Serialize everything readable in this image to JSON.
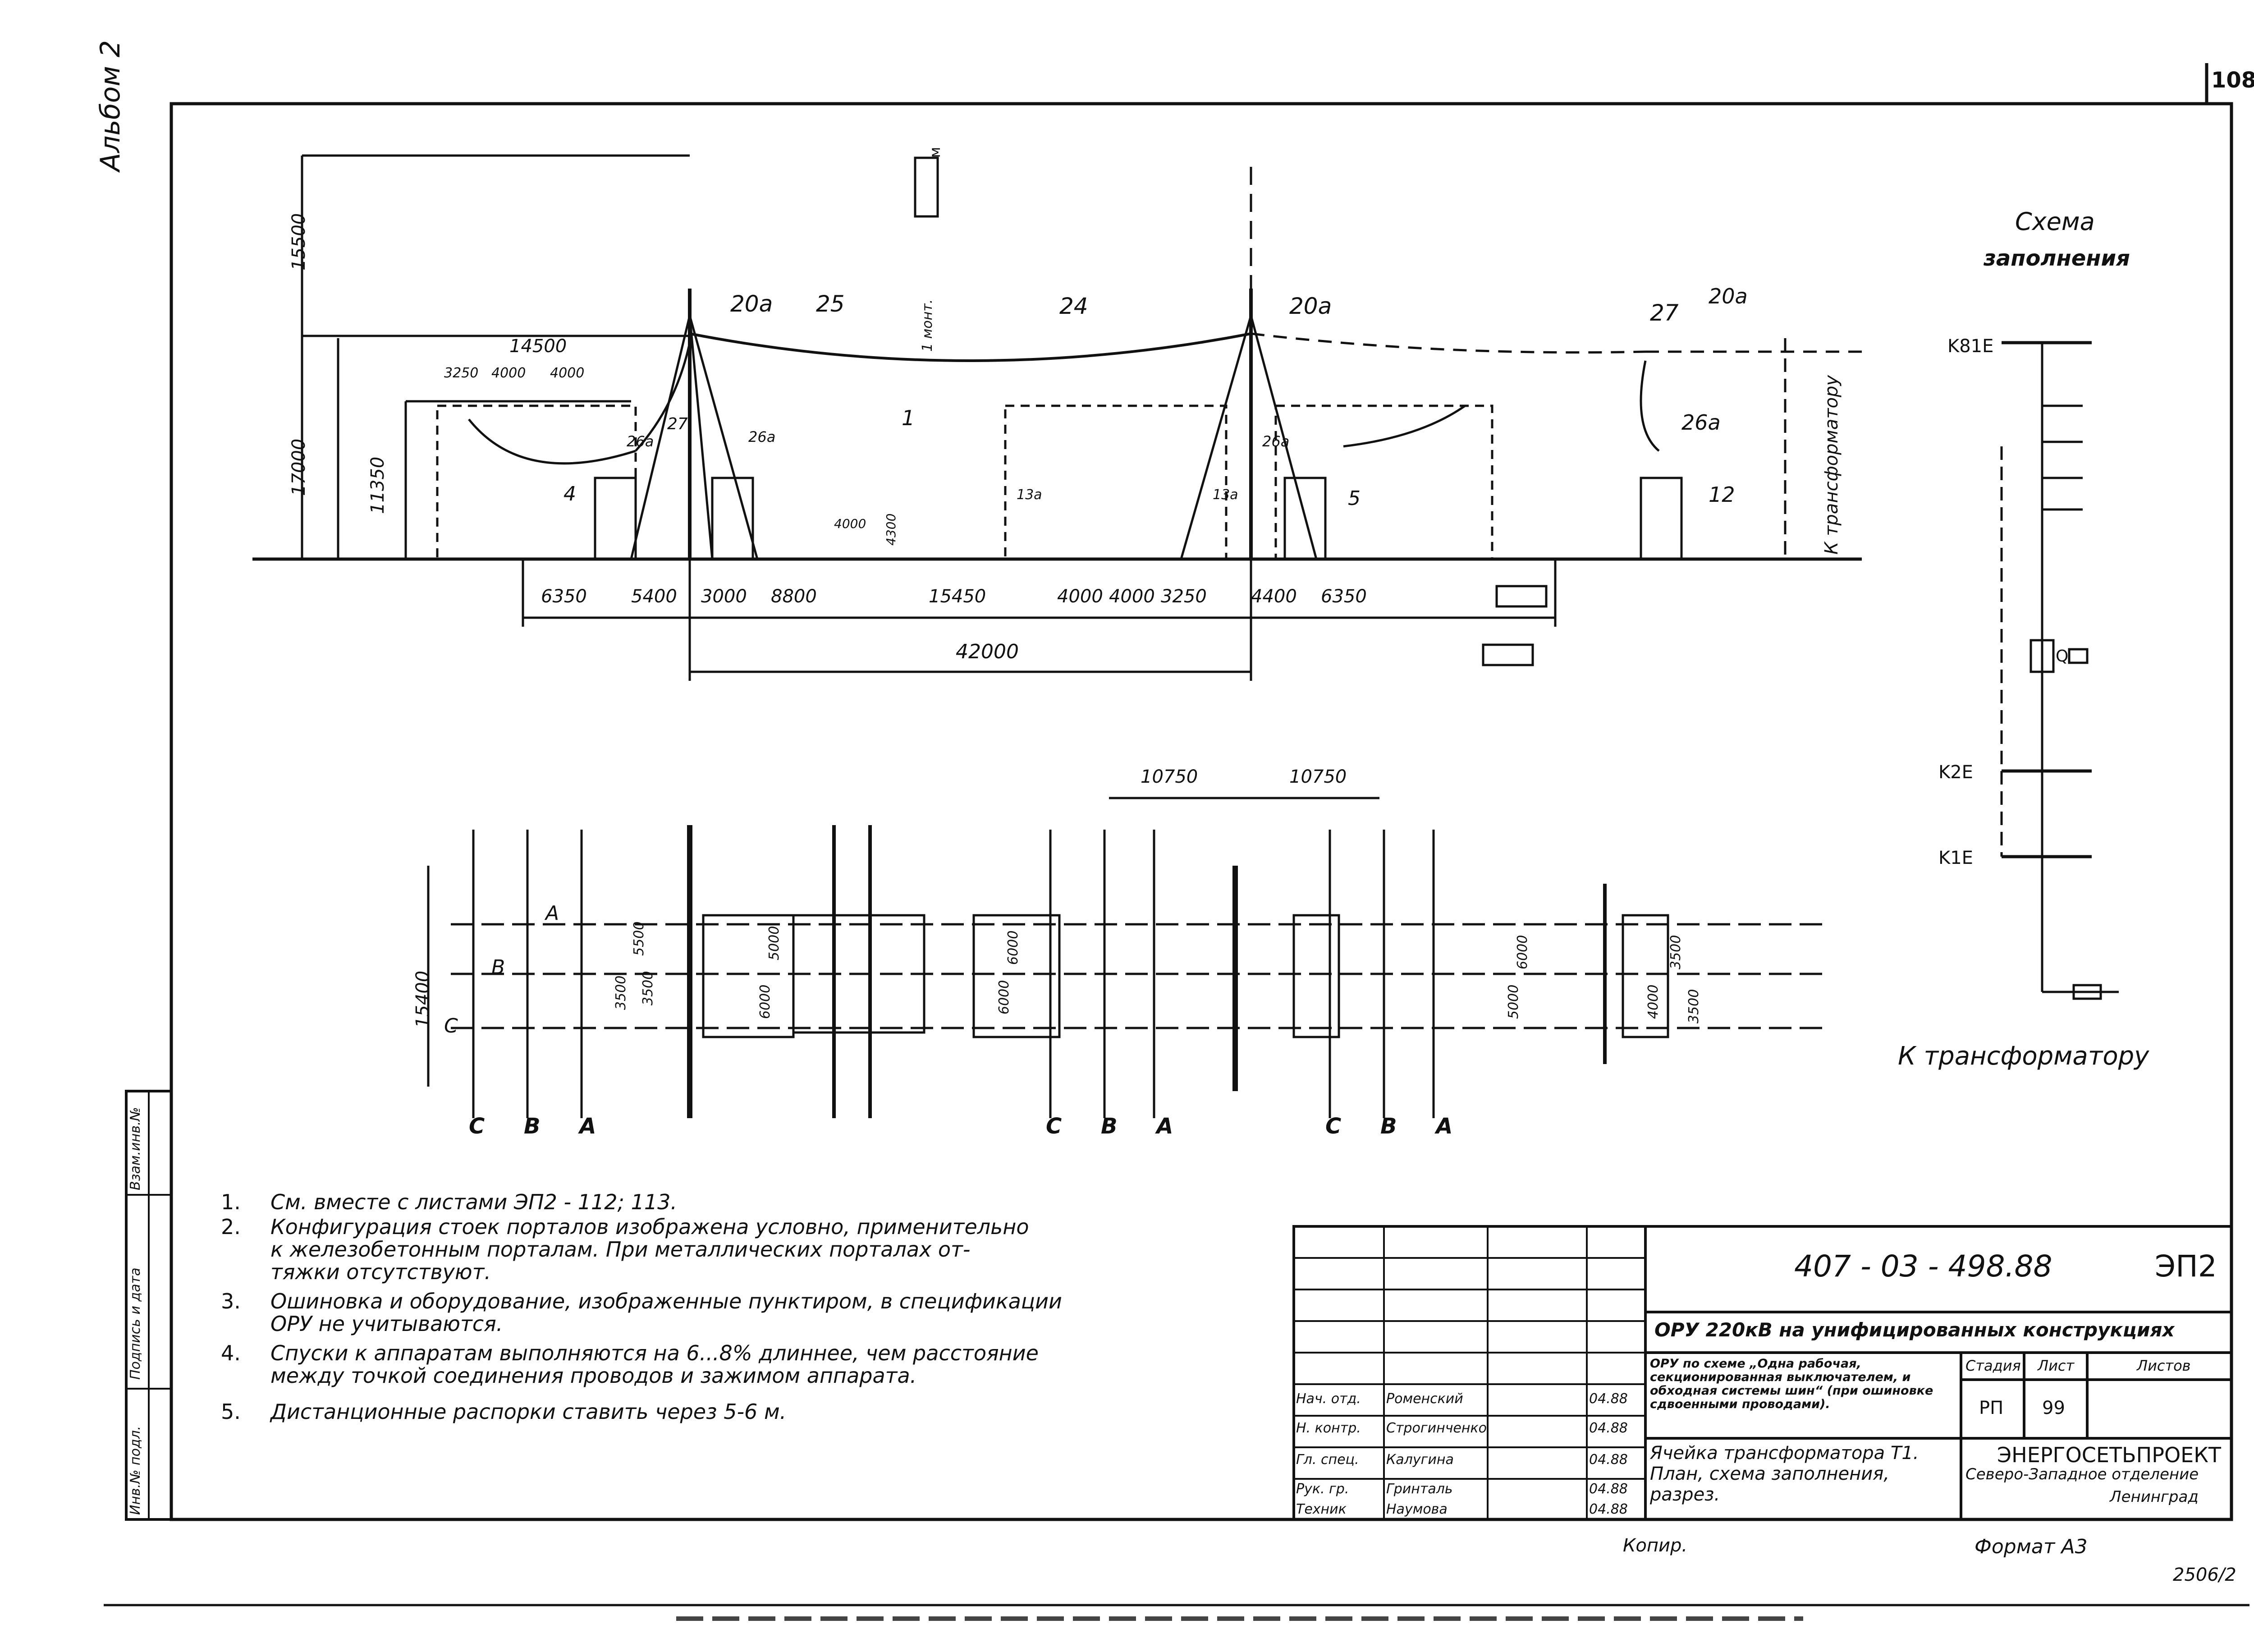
{
  "sheet_page": "108",
  "album_label": "Альбом 2",
  "scheme": {
    "title": "Схема",
    "subtitle": "заполнения",
    "labels": [
      "K81E",
      "K2E",
      "K1E",
      "Q"
    ],
    "to_transformer": "К трансформатору"
  },
  "section": {
    "dims_top": [
      "15500",
      "17000",
      "11350",
      "14500",
      "3250",
      "4000",
      "4000"
    ],
    "dims_bottom": [
      "6350",
      "5400",
      "3000",
      "8800",
      "15450",
      "4000",
      "4000",
      "3250",
      "4400",
      "6350"
    ],
    "total": "42000",
    "callouts": [
      "20а",
      "25",
      "24",
      "20а",
      "27",
      "20а",
      "1",
      "4",
      "5",
      "12",
      "26а",
      "26а",
      "26а",
      "26а",
      "27",
      "13а",
      "13а",
      "4000",
      "4300"
    ],
    "to_transformer_vertical": "К трансформатору",
    "mount_label": "1 монт.",
    "m_label": "м"
  },
  "plan": {
    "dims": [
      "10750",
      "10750",
      "15400"
    ],
    "phase_rows": [
      "A",
      "B",
      "C"
    ],
    "phase_bottom_groups": [
      [
        "C",
        "B",
        "A"
      ],
      [
        "C",
        "B",
        "A"
      ],
      [
        "C",
        "B",
        "A"
      ]
    ],
    "inner_dims": [
      "3500",
      "5500",
      "3500",
      "6000",
      "5000",
      "6000",
      "6000",
      "5000",
      "6000",
      "4000",
      "3500",
      "3500"
    ]
  },
  "notes": [
    {
      "n": "1.",
      "text": "См. вместе с листами ЭП2 - 112; 113."
    },
    {
      "n": "2.",
      "text": "Конфигурация стоек порталов изображена условно, применительно"
    },
    {
      "n": "",
      "text": "к железобетонным порталам. При металлических порталах от-"
    },
    {
      "n": "",
      "text": "тяжки отсутствуют."
    },
    {
      "n": "3.",
      "text": "Ошиновка и оборудование, изображенные пунктиром, в спецификации"
    },
    {
      "n": "",
      "text": "ОРУ не учитываются."
    },
    {
      "n": "4.",
      "text": "Спуски к аппаратам выполняются на 6...8% длиннее, чем расстояние"
    },
    {
      "n": "",
      "text": "между точкой соединения проводов и зажимом аппарата."
    },
    {
      "n": "5.",
      "text": "Дистанционные распорки ставить через 5-6 м."
    }
  ],
  "side_stamp": [
    "Инв.№ подл.",
    "Подпись и дата",
    "Взам.инв.№"
  ],
  "title_block": {
    "doc_number": "407 - 03 - 498.88",
    "sheet_code": "ЭП2",
    "object": "ОРУ 220кВ на унифицированных конструкциях",
    "scheme_desc": "ОРУ по схеме „Одна рабочая, секционированная выключателем, и обходная системы шин“ (при ошиновке сдвоенными проводами).",
    "stage_header": "Стадия",
    "sheet_header": "Лист",
    "sheets_header": "Листов",
    "stage": "РП",
    "sheet": "99",
    "drawing_title": "Ячейка трансформатора Т1. План, схема заполнения, разрез.",
    "org": "ЭНЕРГОСЕТЬПРОЕКТ",
    "org_sub": "Северо-Западное отделение",
    "org_city": "Ленинград",
    "people": [
      {
        "role": "Нач. отд.",
        "name": "Роменский",
        "date": "04.88"
      },
      {
        "role": "Н. контр.",
        "name": "Строгинченко",
        "date": "04.88"
      },
      {
        "role": "Гл. спец.",
        "name": "Калугина",
        "date": "04.88"
      },
      {
        "role": "Рук. гр.",
        "name": "Гринталь",
        "date": "04.88"
      },
      {
        "role": "Техник",
        "name": "Наумова",
        "date": "04.88"
      }
    ]
  },
  "footer": {
    "copied": "Копир.",
    "format": "Формат А3",
    "code": "2506/2"
  }
}
